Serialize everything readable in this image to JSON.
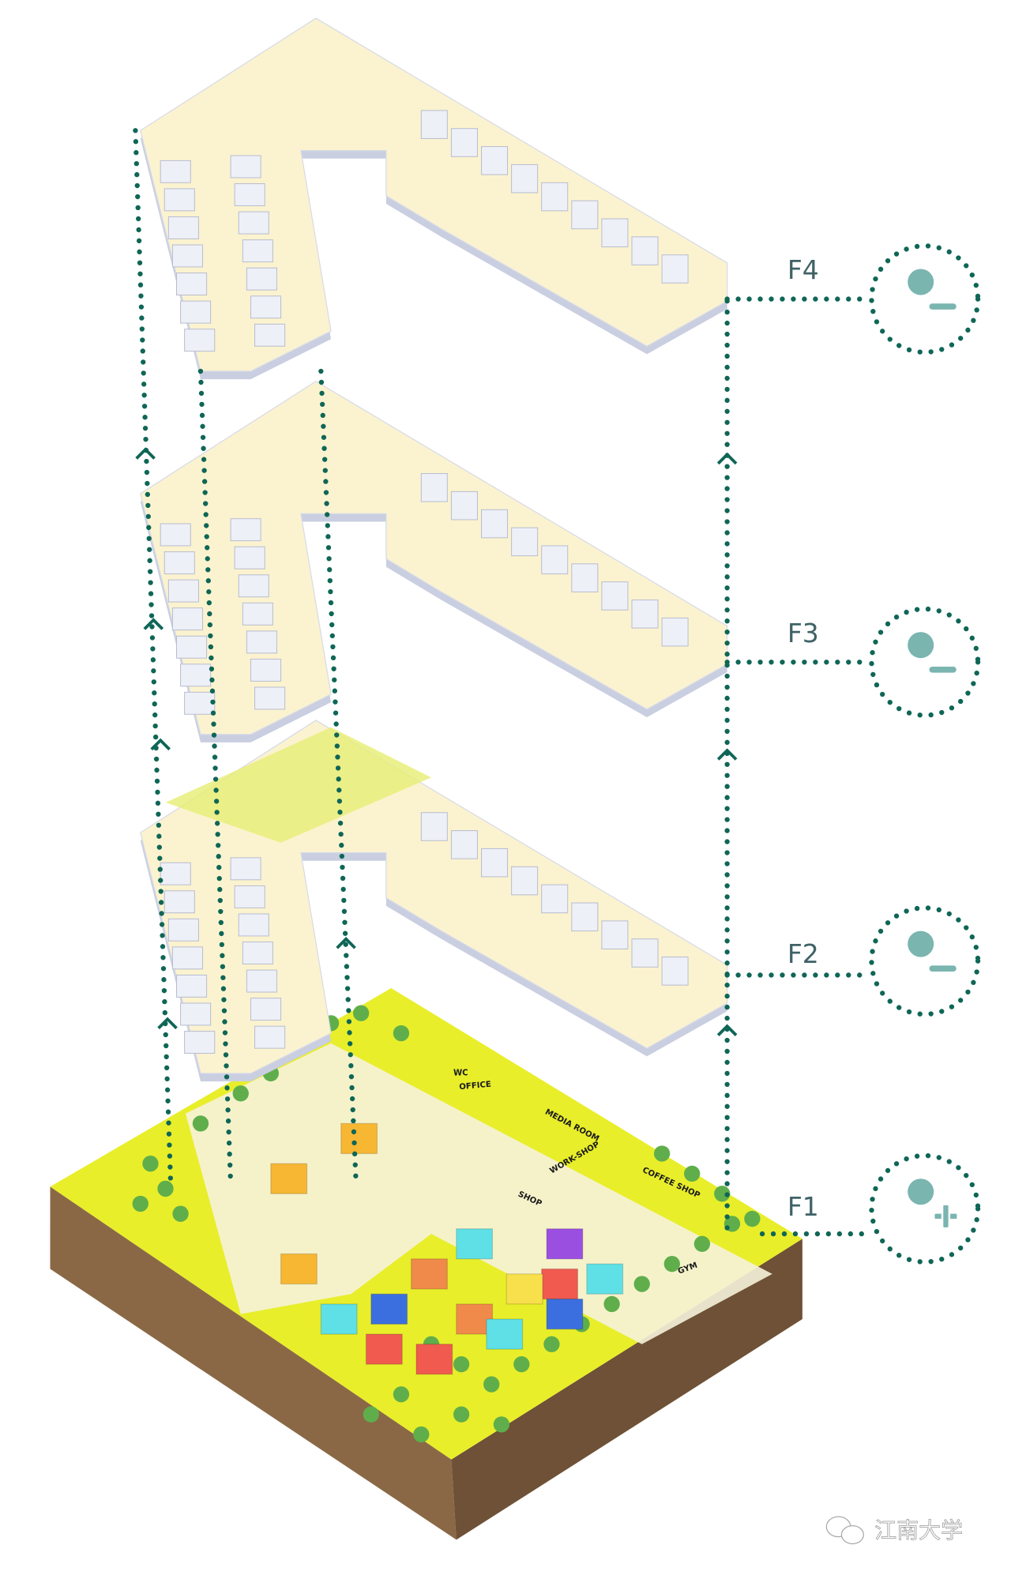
{
  "diagram": {
    "floors": [
      {
        "label": "F4",
        "icon": "person-presenting-icon"
      },
      {
        "label": "F3",
        "icon": "person-presenting-icon"
      },
      {
        "label": "F2",
        "icon": "person-presenting-icon"
      },
      {
        "label": "F1",
        "icon": "person-add-icon"
      }
    ],
    "rooms": [
      "WC",
      "OFFICE",
      "MEDIA ROOM",
      "WORK-SHOP",
      "SHOP",
      "COFFEE SHOP",
      "GYM"
    ],
    "colors": {
      "dotted_line": "#0f6656",
      "icon": "#7ab5b0",
      "floor_plate": "#fbf3cf",
      "ground": "#e8ee2a",
      "soil": "#7a5a3c"
    }
  },
  "watermark": {
    "text": "江南大学"
  }
}
